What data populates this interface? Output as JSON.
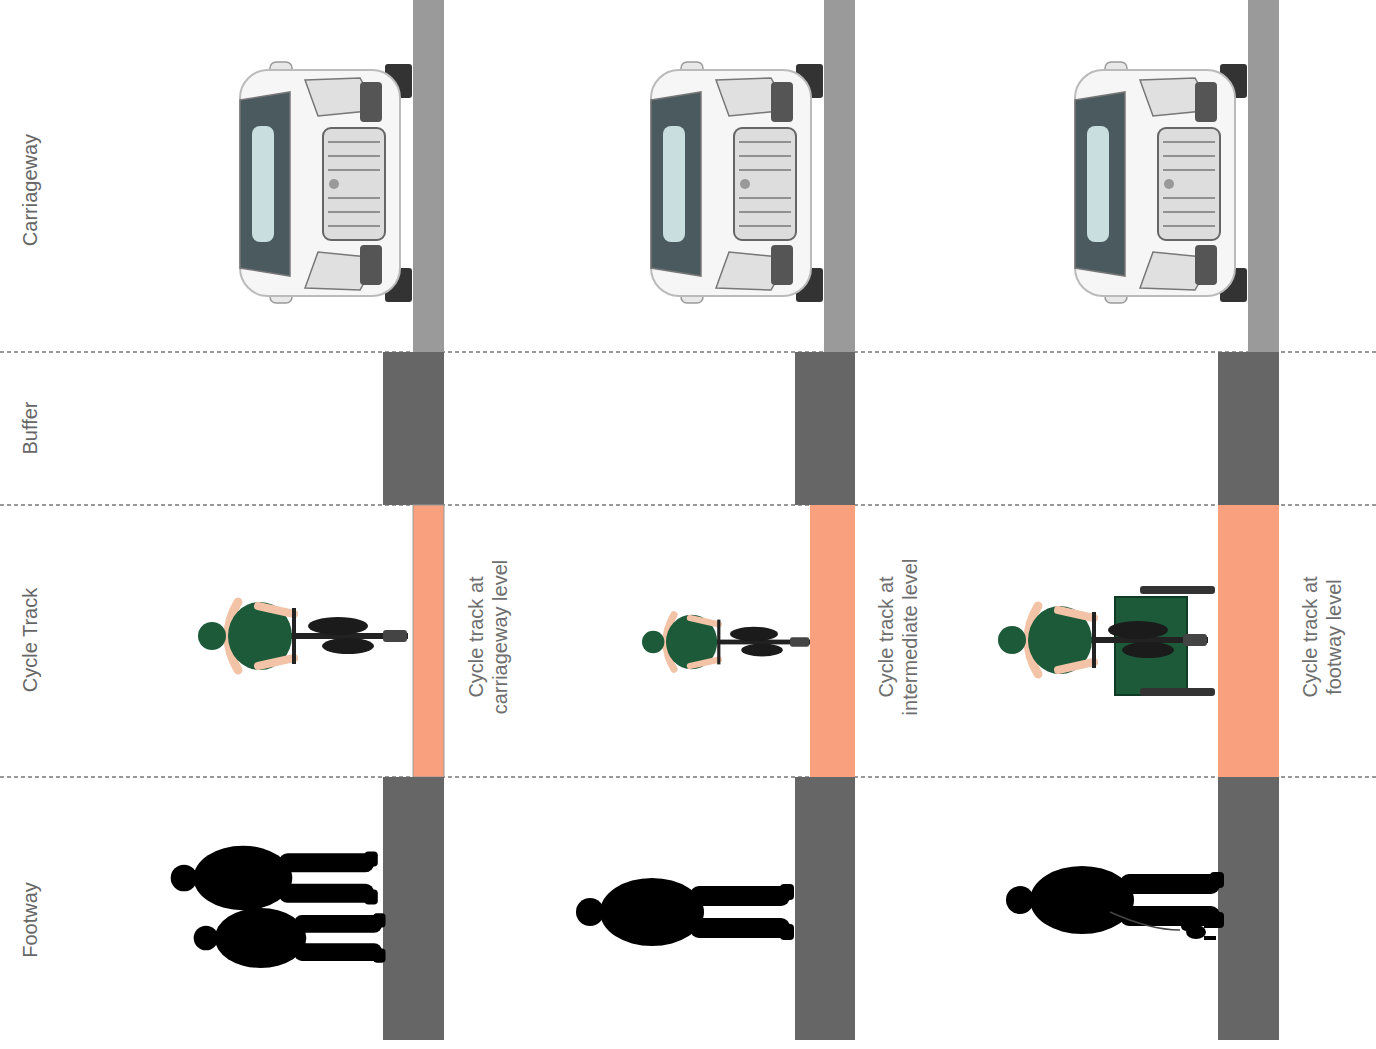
{
  "diagram": {
    "labels": [
      "Carriageway",
      "Buffer",
      "Cycle Track",
      "Footway",
      "Cycle track at carriageway level",
      "Cycle track at intermediate level",
      "Cycle track at footway level"
    ]
  }
}
